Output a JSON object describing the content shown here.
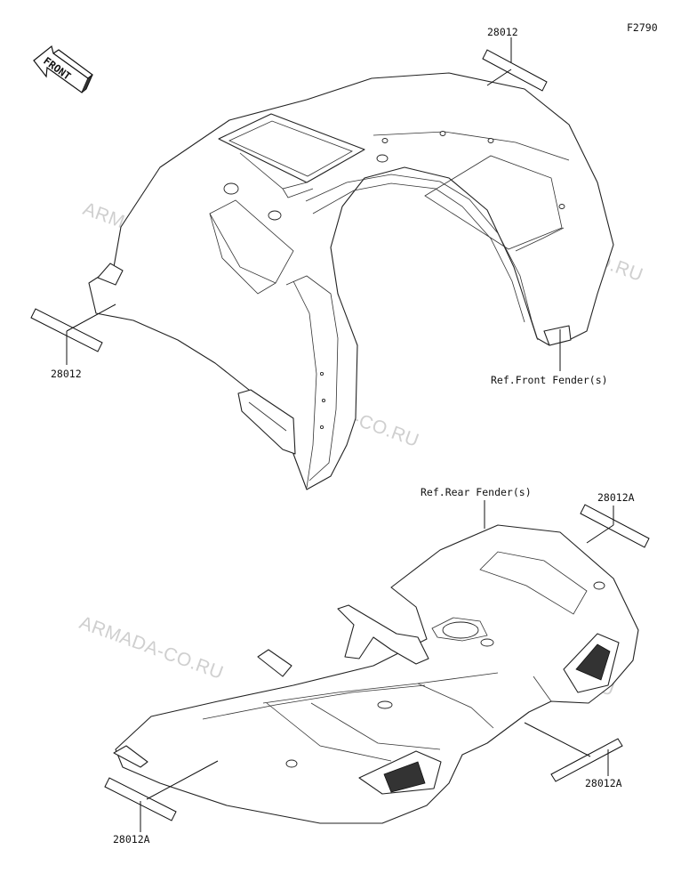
{
  "figure_code": "F2790",
  "front_arrow_label": "FRONT",
  "watermark_text": "ARMADA-CO.RU",
  "callouts": {
    "front_decal_top": "28012",
    "front_decal_left": "28012",
    "front_fender_ref": "Ref.Front Fender(s)",
    "rear_fender_ref": "Ref.Rear Fender(s)",
    "rear_decal_top": "28012A",
    "rear_decal_right": "28012A",
    "rear_decal_left": "28012A"
  }
}
